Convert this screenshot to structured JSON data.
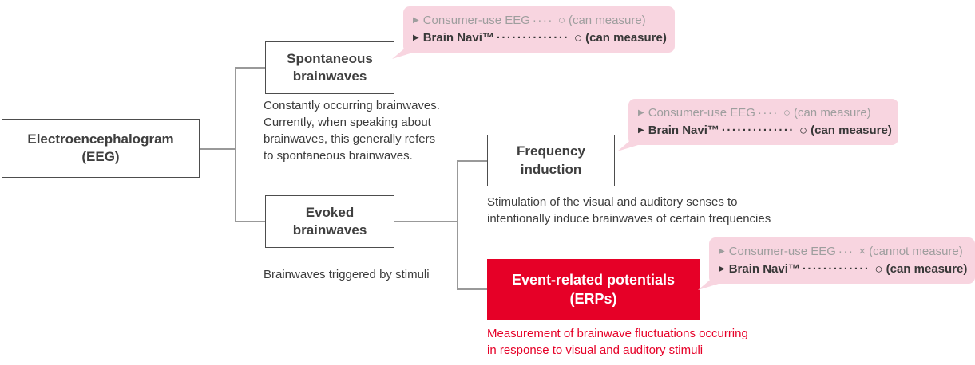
{
  "diagram": {
    "root": {
      "line1": "Electroencephalogram",
      "line2": "(EEG)"
    },
    "spontaneous": {
      "line1": "Spontaneous",
      "line2": "brainwaves",
      "description": "Constantly occurring brainwaves.\nCurrently, when speaking about\nbrainwaves,  this generally refers\nto spontaneous brainwaves."
    },
    "evoked": {
      "line1": "Evoked",
      "line2": "brainwaves",
      "description": "Brainwaves triggered by stimuli"
    },
    "frequency": {
      "line1": "Frequency",
      "line2": "induction",
      "description": "Stimulation of the visual and auditory senses to\nintentionally induce brainwaves of certain frequencies"
    },
    "erp": {
      "line1": "Event-related potentials",
      "line2": "(ERPs)",
      "description": "Measurement of brainwave fluctuations occurring\nin response to visual and auditory stimuli"
    }
  },
  "bubbles": [
    {
      "rows": [
        {
          "arrow": "▶",
          "label": "Consumer-use EEG",
          "dots": "····",
          "mark": "○",
          "note": "(can measure)"
        },
        {
          "arrow": "▶",
          "label": "Brain Navi™",
          "dots": "··············",
          "mark": "○",
          "note": "(can measure)"
        }
      ]
    },
    {
      "rows": [
        {
          "arrow": "▶",
          "label": "Consumer-use EEG",
          "dots": "····",
          "mark": "○",
          "note": "(can measure)"
        },
        {
          "arrow": "▶",
          "label": "Brain Navi™",
          "dots": "··············",
          "mark": "○",
          "note": "(can measure)"
        }
      ]
    },
    {
      "rows": [
        {
          "arrow": "▶",
          "label": "Consumer-use EEG",
          "dots": "···",
          "mark": "×",
          "note": "(cannot measure)"
        },
        {
          "arrow": "▶",
          "label": "Brain Navi™",
          "dots": "·············",
          "mark": "○",
          "note": "(can measure)"
        }
      ]
    }
  ],
  "colors": {
    "accent_red": "#e60027",
    "bubble_pink": "#f8d5e0",
    "muted_text": "#9e9e9e",
    "line_gray": "#999999",
    "box_border": "#4d4d4d",
    "text_dark": "#3c3c3c"
  }
}
